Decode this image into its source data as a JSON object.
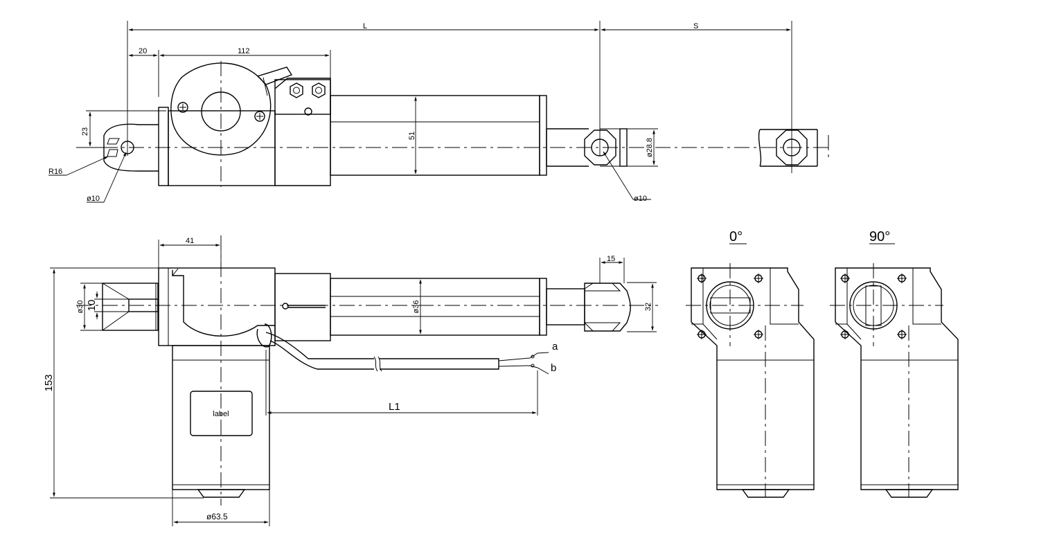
{
  "dimensions": {
    "L": "L",
    "S": "S",
    "d20": "20",
    "d112": "112",
    "d23": "23",
    "d51": "51",
    "d23_8": "ø23.8",
    "R16": "R16",
    "phi10_left": "ø10",
    "phi10_right": "ø10",
    "d41": "41",
    "phi30": "ø30",
    "d10": "10",
    "phi36": "ø36",
    "d15": "15",
    "d32": "32",
    "d153": "153",
    "L1": "L1",
    "phi63_5": "ø63.5"
  },
  "wires": {
    "a": "a",
    "b": "b"
  },
  "label_plate": "label",
  "orientations": {
    "zero": "0°",
    "ninety": "90°"
  }
}
